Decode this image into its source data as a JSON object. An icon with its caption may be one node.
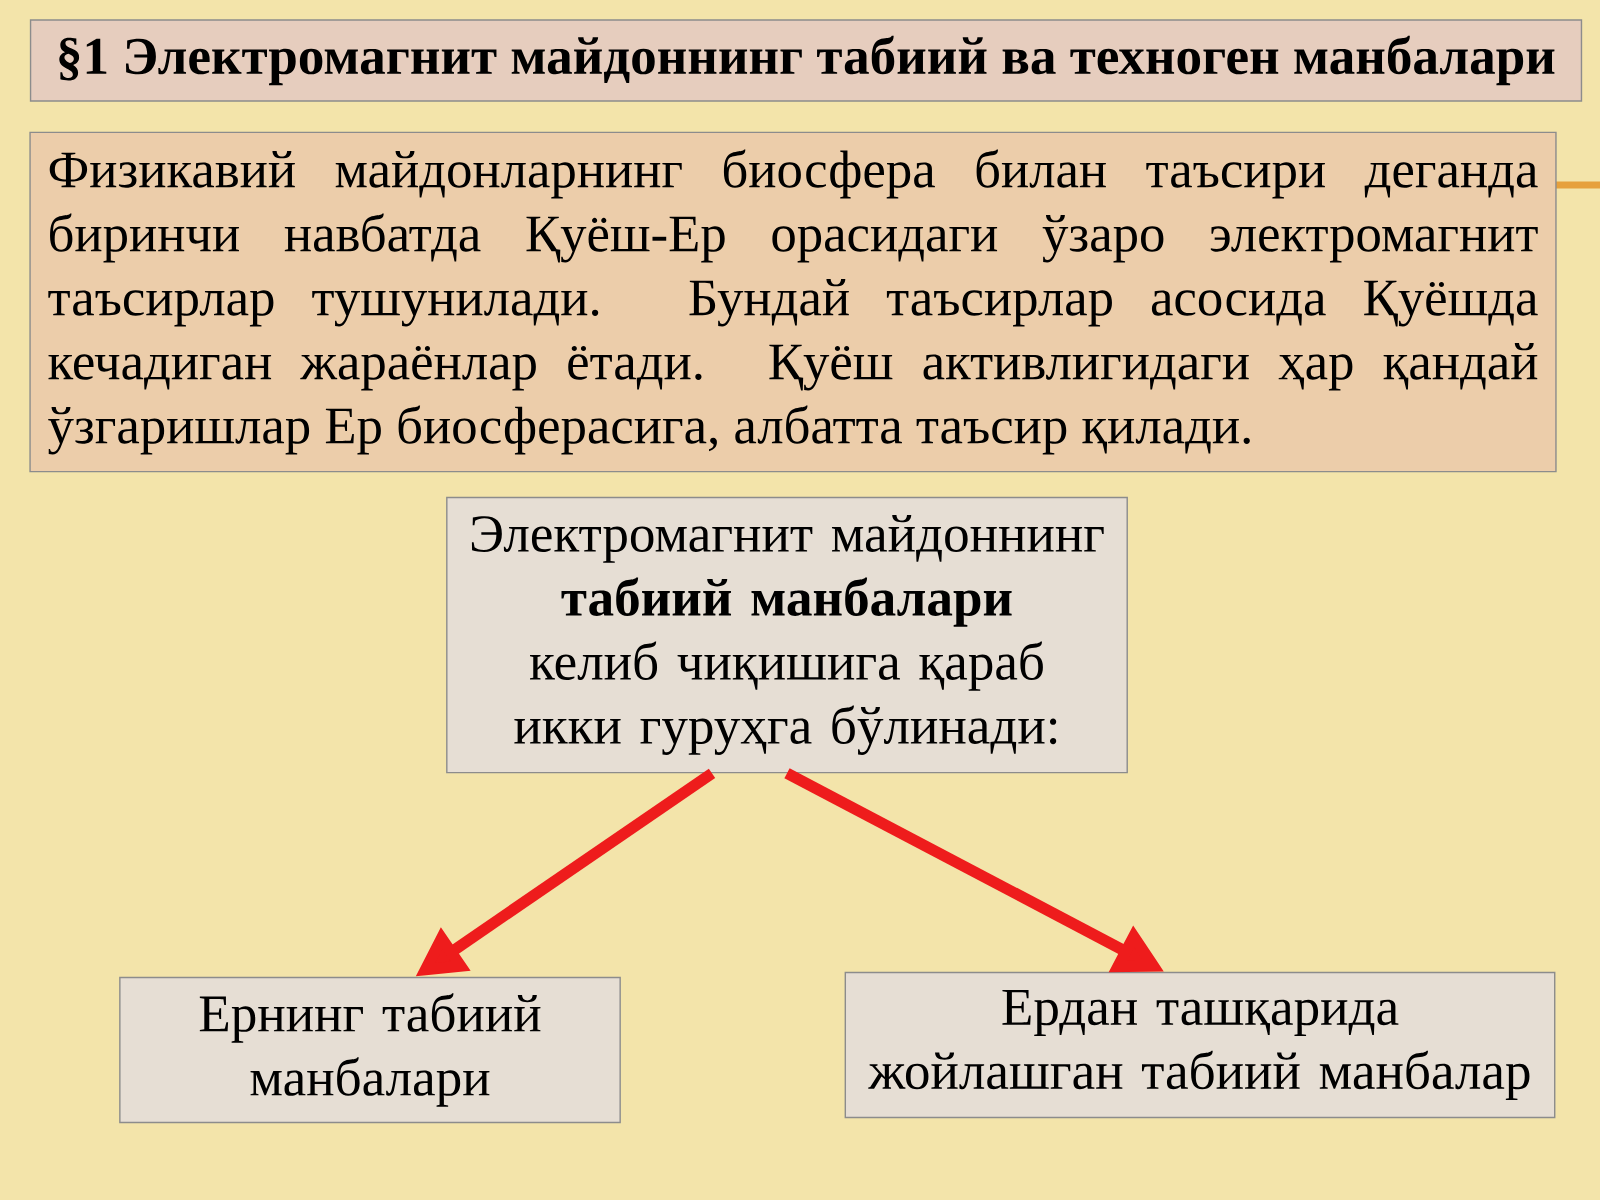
{
  "diagram": {
    "title": "§1 Электромагнит майдоннинг табиий ва техноген манбалари",
    "nodes": [
      {
        "text": [
          "Физикавий майдонларнинг биосфера билан таъсири деганда биринчи навбатда Қуёш-Ер орасидаги ўзаро электромагнит таъсирлар тушунилади. Бундай таъсирлар асосида Қуёшда кечадиган жараёнлар ётади. Қуёш активлигидаги ҳар қандай ўзгаришлар Ер биосферасига, албатта таъсир қилади."
        ]
      },
      {
        "text": [
          "Электромагнит майдоннинг **табиий манбалари** келиб чиқишига қараб икки гуруҳга бўлинади:"
        ]
      },
      {
        "text": [
          "Ернинг табиий манбалари"
        ]
      },
      {
        "text": [
          "Ердан ташқарида жойлашган табиий манбалар"
        ]
      }
    ],
    "edges": [
      {
        "from": 1,
        "to": 2,
        "arrow": "to"
      },
      {
        "from": 1,
        "to": 3,
        "arrow": "to"
      }
    ]
  }
}
